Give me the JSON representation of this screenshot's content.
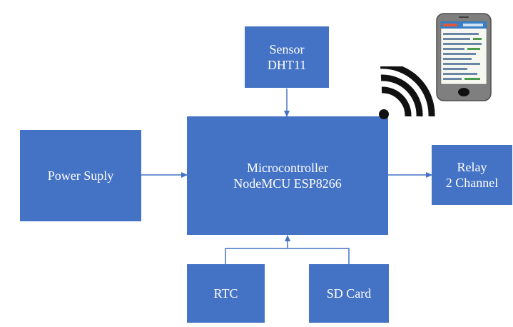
{
  "diagram": {
    "sensor": {
      "line1": "Sensor",
      "line2": "DHT11"
    },
    "power_supply": {
      "label": "Power Suply"
    },
    "microcontroller": {
      "line1": "Microcontroller",
      "line2": "NodeMCU ESP8266"
    },
    "relay": {
      "line1": "Relay",
      "line2": "2 Channel"
    },
    "rtc": {
      "label": "RTC"
    },
    "sd_card": {
      "label": "SD Card"
    },
    "icons": [
      "wifi-icon",
      "smartphone-icon"
    ]
  },
  "colors": {
    "block_fill": "#4472c4",
    "block_text": "#ffffff",
    "connector": "#4472c4",
    "wifi": "#111111",
    "phone_body": "#7f7f7f"
  }
}
